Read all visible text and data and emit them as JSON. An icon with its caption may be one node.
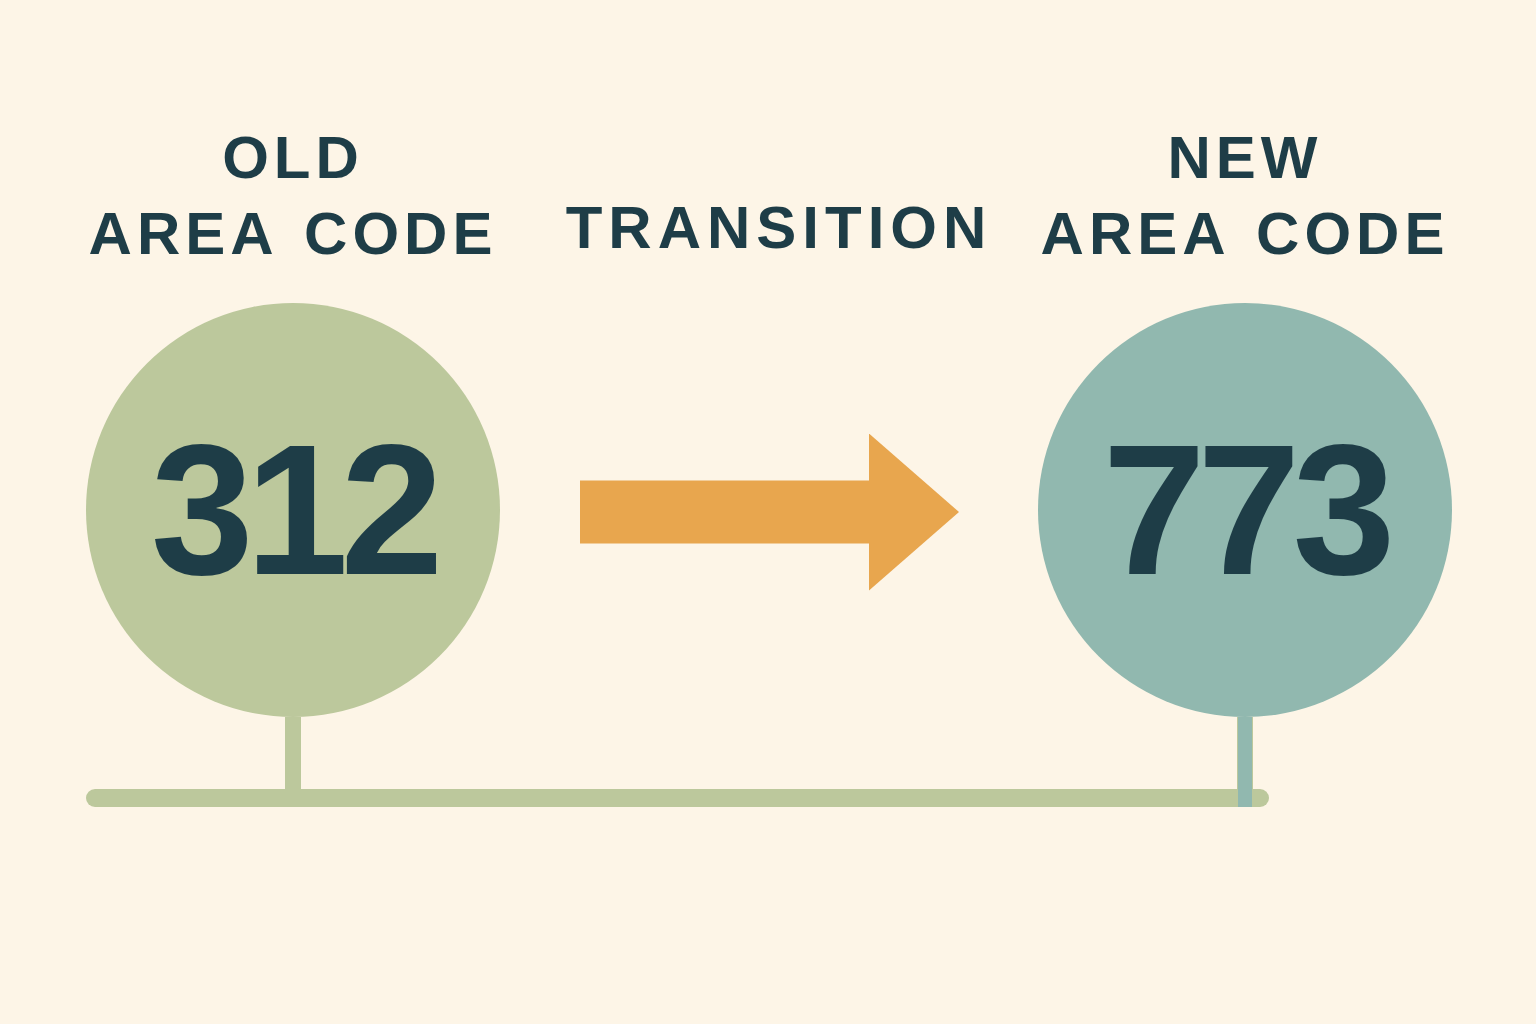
{
  "diagram": {
    "nodes": [
      {
        "text": [
          "OLD AREA CODE",
          "312"
        ]
      },
      {
        "text": [
          "NEW AREA CODE",
          "773"
        ]
      }
    ],
    "edges": [
      {
        "from": 0,
        "to": 1,
        "arrow": "to",
        "label": "TRANSITION",
        "style": "thick",
        "color": "#e8a64e"
      },
      {
        "from": 0,
        "to": 1,
        "arrow": "none",
        "color": "#bcc89c"
      }
    ]
  }
}
